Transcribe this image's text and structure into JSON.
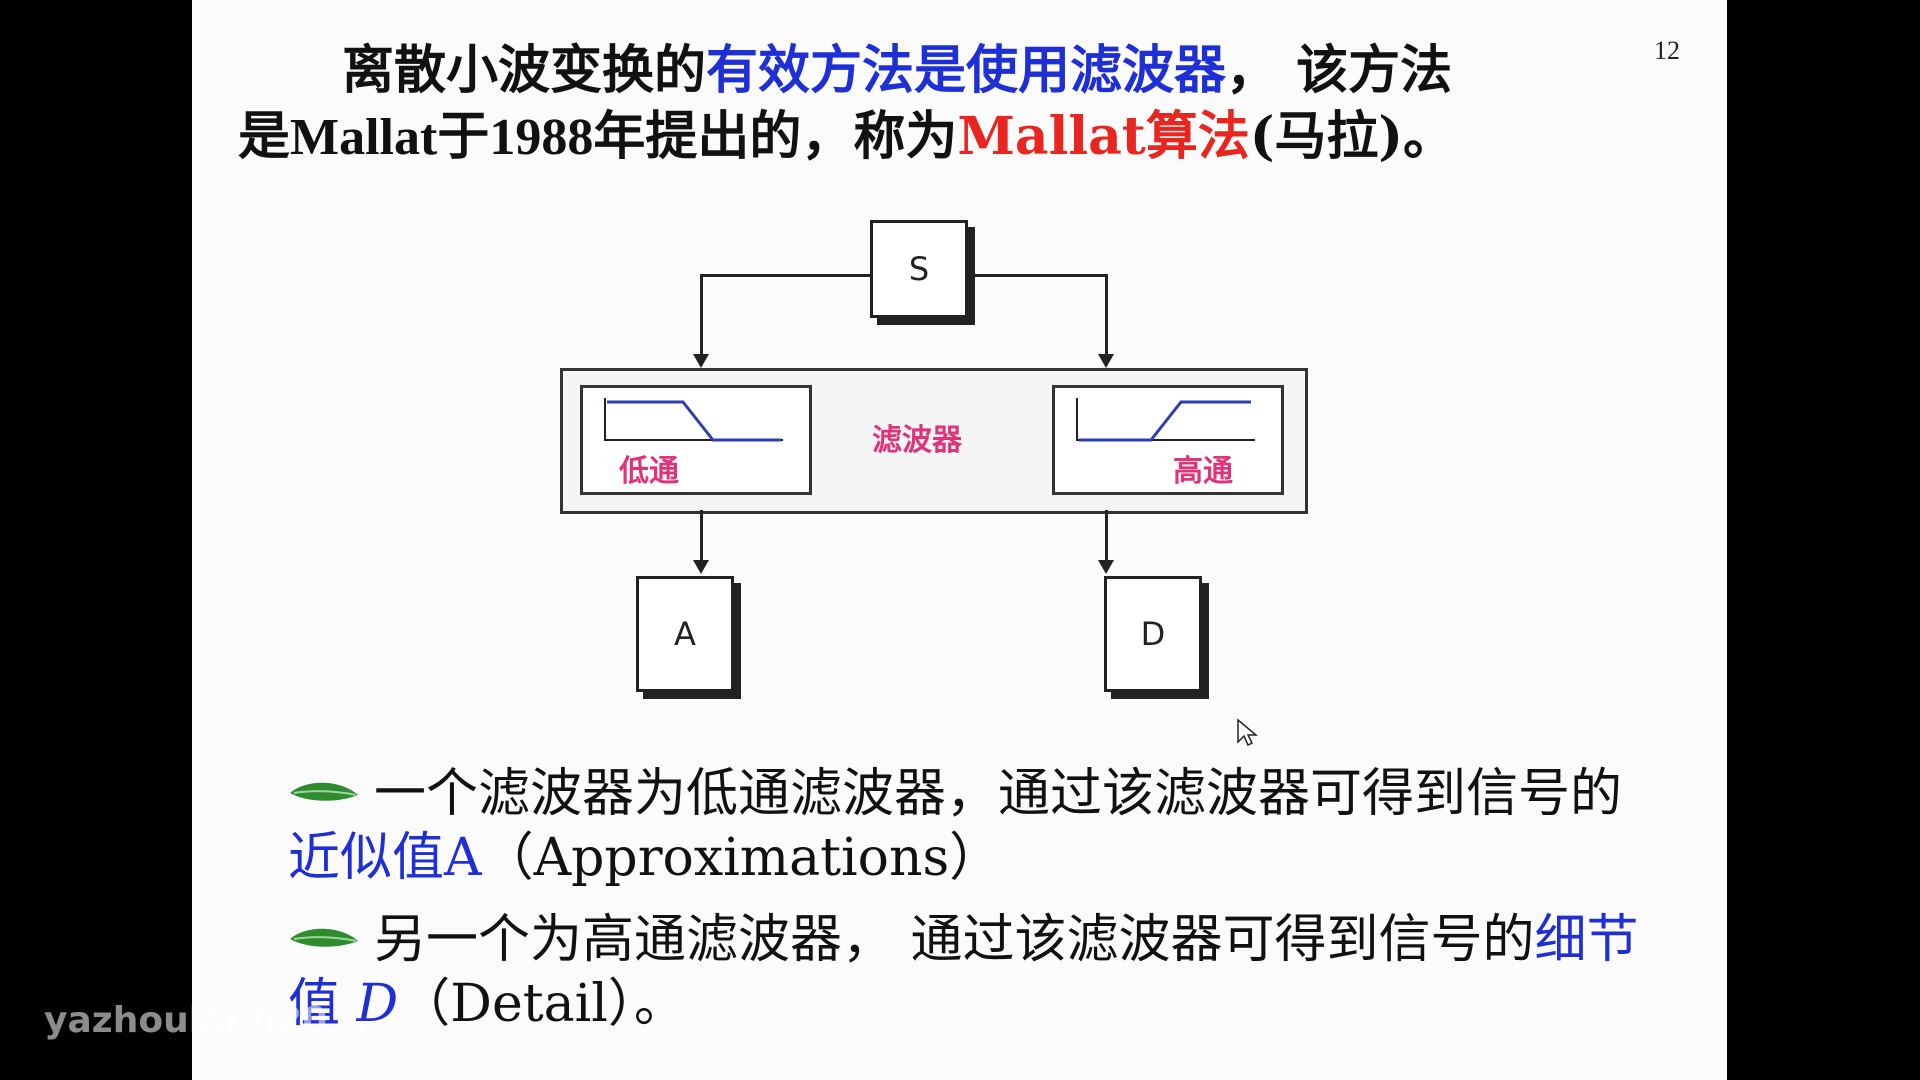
{
  "slide": {
    "page_number": "12",
    "intro": {
      "seg1": "离散小波变换的",
      "seg2_blue": "有效方法是使用滤波器",
      "seg3": "， 该方法",
      "seg4": "是",
      "seg5_latin": "Mallat",
      "seg6": "于",
      "seg7_latin": "1988",
      "seg8": "年提出的，称为",
      "seg9_red": "Mallat算法",
      "seg10": "(马拉)。"
    },
    "diagram": {
      "source": "S",
      "filter_bank_label": "滤波器",
      "lowpass_label": "低通",
      "highpass_label": "高通",
      "output_a": "A",
      "output_d": "D"
    },
    "bullets": [
      {
        "icon": "leaf-icon",
        "pre": "一个滤波器为低通滤波器，通过该滤波器可得到信号的",
        "highlight": "近似值A",
        "post": "（Approximations）"
      },
      {
        "icon": "leaf-icon",
        "pre": "另一个为高通滤波器， 通过该滤波器可得到信号的",
        "highlight": "细节值",
        "highlight_italic": " D",
        "post": "（Detail）。"
      }
    ]
  },
  "watermark": "yazhoulong20...",
  "colors": {
    "accent_blue": "#1f2fd6",
    "accent_red": "#e8261f",
    "filter_label": "#e0337a",
    "curve": "#2c3fb0",
    "leaf": "#2e8b2e"
  }
}
